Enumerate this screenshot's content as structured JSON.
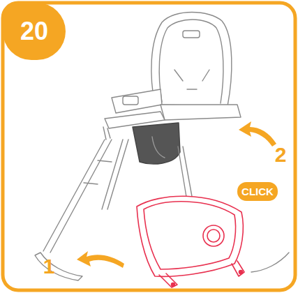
{
  "diagram": {
    "nodes": [
      {
        "text": [
          "20"
        ]
      },
      {
        "text": [
          "CLICK"
        ]
      }
    ],
    "labels": [
      "2",
      "1"
    ]
  }
}
